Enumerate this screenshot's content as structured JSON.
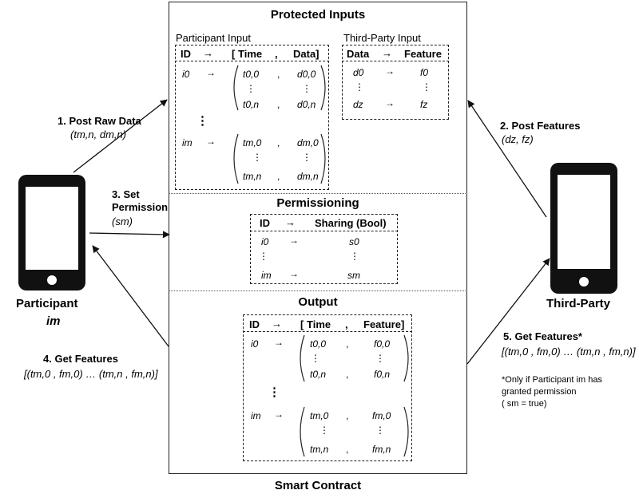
{
  "smart_contract": {
    "label": "Smart Contract",
    "protected_inputs": {
      "title": "Protected Inputs",
      "participant_input": {
        "label": "Participant Input",
        "header": {
          "id": "ID",
          "arrow": "→",
          "bracket_open": "[",
          "time": "Time",
          "comma": ",",
          "data": "Data]"
        },
        "rows": [
          {
            "id": "i0",
            "time": "t0,0",
            "val": "d0,0"
          },
          {
            "id": "",
            "time": "⋮",
            "val": "⋮"
          },
          {
            "id": "",
            "time": "t0,n",
            "val": "d0,n"
          },
          {
            "id": "im",
            "time": "tm,0",
            "val": "dm,0"
          },
          {
            "id": "",
            "time": "⋮",
            "val": "⋮"
          },
          {
            "id": "",
            "time": "tm,n",
            "val": "dm,n"
          }
        ],
        "vdots": "⋮"
      },
      "third_party_input": {
        "label": "Third-Party Input",
        "header": {
          "data": "Data",
          "arrow": "→",
          "feature": "Feature"
        },
        "rows": [
          {
            "data": "d0",
            "arrow": "→",
            "feature": "f0"
          },
          {
            "data": "⋮",
            "arrow": "",
            "feature": "⋮"
          },
          {
            "data": "dz",
            "arrow": "→",
            "feature": "fz"
          }
        ]
      }
    },
    "permissioning": {
      "title": "Permissioning",
      "header": {
        "id": "ID",
        "arrow": "→",
        "sharing": "Sharing (Bool)"
      },
      "rows": [
        {
          "id": "i0",
          "arrow": "→",
          "val": "s0"
        },
        {
          "id": "⋮",
          "arrow": "",
          "val": "⋮"
        },
        {
          "id": "im",
          "arrow": "→",
          "val": "sm"
        }
      ]
    },
    "output": {
      "title": "Output",
      "header": {
        "id": "ID",
        "arrow": "→",
        "bracket_open": "[",
        "time": "Time",
        "comma": ",",
        "feature": "Feature]"
      },
      "rows": [
        {
          "id": "i0",
          "time": "t0,0",
          "val": "f0,0"
        },
        {
          "id": "",
          "time": "⋮",
          "val": "⋮"
        },
        {
          "id": "",
          "time": "t0,n",
          "val": "f0,n"
        },
        {
          "id": "im",
          "time": "tm,0",
          "val": "fm,0"
        },
        {
          "id": "",
          "time": "⋮",
          "val": "⋮"
        },
        {
          "id": "",
          "time": "tm,n",
          "val": "fm,n"
        }
      ],
      "vdots": "⋮"
    }
  },
  "participant": {
    "label": "Participant",
    "sub": "im"
  },
  "third_party": {
    "label": "Third-Party"
  },
  "steps": {
    "s1": {
      "title": "1. Post Raw Data",
      "detail": "(tm,n, dm,n)"
    },
    "s2": {
      "title": "2. Post Features",
      "detail": "(dz, fz)"
    },
    "s3": {
      "title_a": "3. Set",
      "title_b": "Permission",
      "detail": "(sm)"
    },
    "s4": {
      "title": "4. Get Features",
      "detail": "[(tm,0 , fm,0) … (tm,n , fm,n)]"
    },
    "s5": {
      "title": "5. Get Features*",
      "detail": "[(tm,0 , fm,0) … (tm,n , fm,n)]"
    },
    "note": {
      "line1": "*Only if Participant im has",
      "line2": "granted permission",
      "line3": "( sm = true)"
    }
  }
}
